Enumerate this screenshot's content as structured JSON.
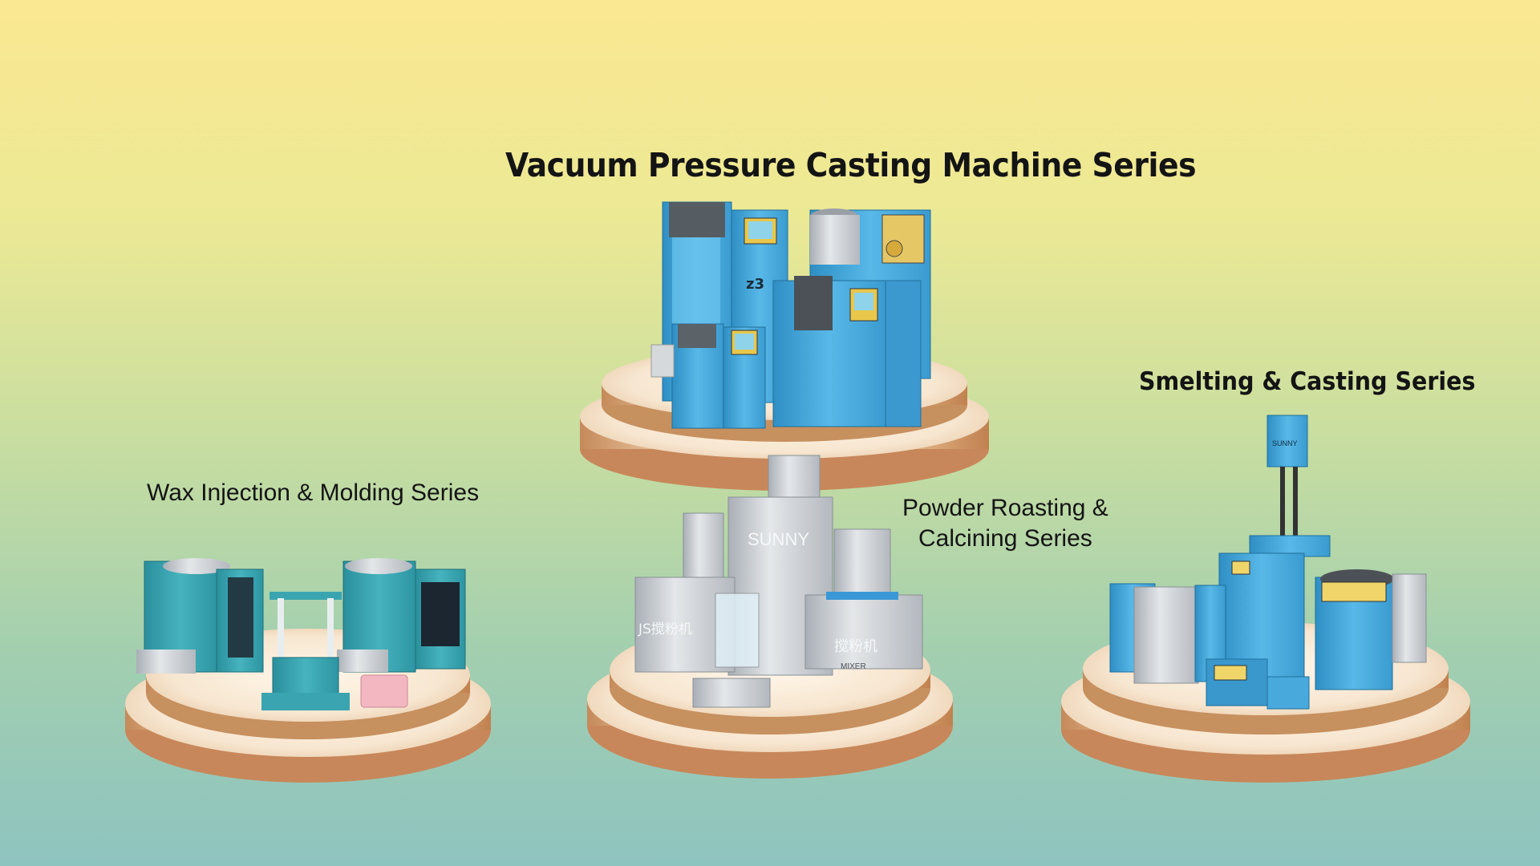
{
  "series": {
    "vacuum": {
      "title": "Vacuum Pressure Casting Machine Series"
    },
    "smelting": {
      "title": "Smelting & Casting Series"
    },
    "wax": {
      "title": "Wax Injection & Molding Series"
    },
    "powder": {
      "title_line1": "Powder Roasting &",
      "title_line2": "Calcining Series"
    }
  },
  "machine_text": {
    "sunny": "SUNNY",
    "z3": "z3",
    "mixer_cn": "搅粉机",
    "mixer_cn_2": "JS搅粉机",
    "mixer_en": "MIXER",
    "sunny_small": "SUNNY"
  },
  "colors": {
    "machine_blue": "#4aaee0",
    "machine_teal": "#3aa5b0",
    "platform_gold": "#d8a878",
    "steel": "#c9cdd2"
  }
}
